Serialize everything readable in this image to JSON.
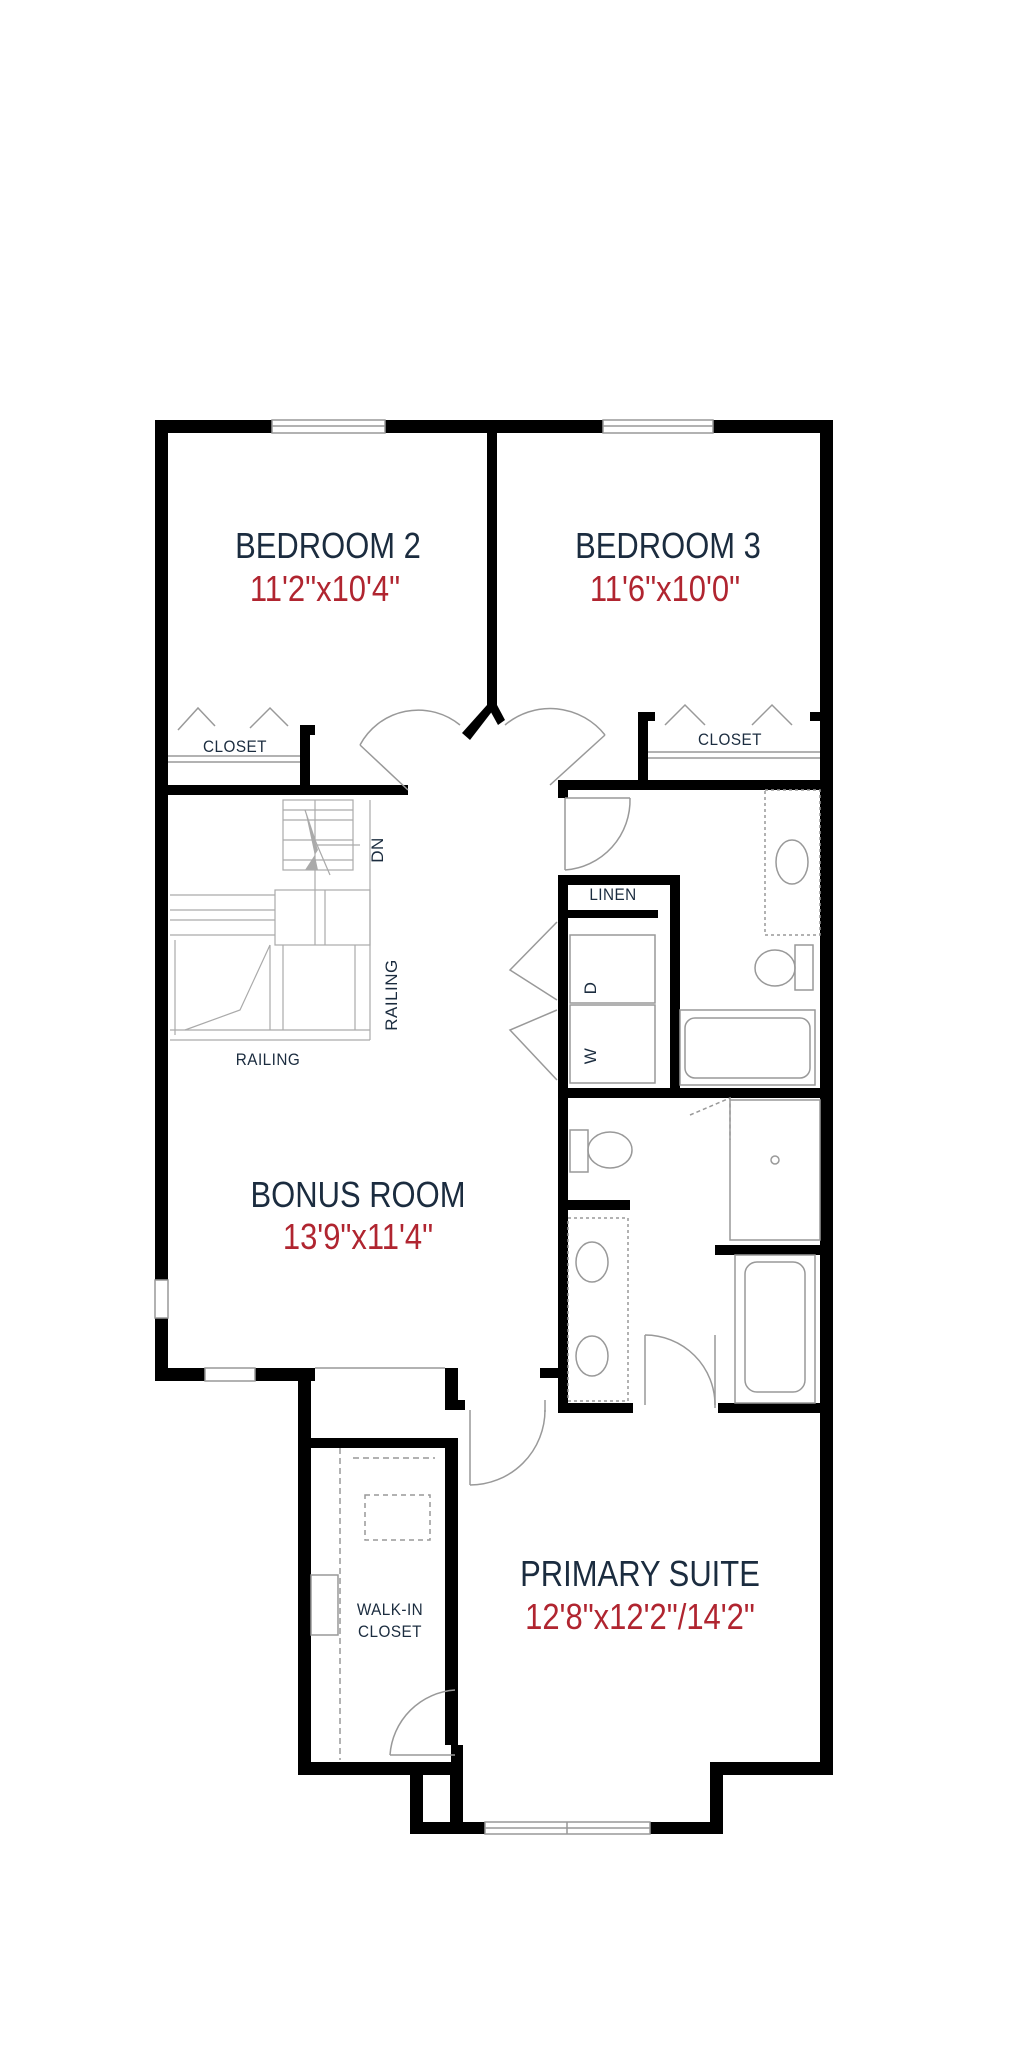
{
  "rooms": {
    "bedroom2": {
      "name": "BEDROOM 2",
      "size": "11'2\"x10'4\""
    },
    "bedroom3": {
      "name": "BEDROOM 3",
      "size": "11'6\"x10'0\""
    },
    "bonus": {
      "name": "BONUS ROOM",
      "size": "13'9\"x11'4\""
    },
    "primary": {
      "name": "PRIMARY SUITE",
      "size": "12'8\"x12'2\"/14'2\""
    }
  },
  "labels": {
    "closet": "CLOSET",
    "linen": "LINEN",
    "railing": "RAILING",
    "dn": "DN",
    "walkin_line1": "WALK-IN",
    "walkin_line2": "CLOSET",
    "dryer": "D",
    "washer": "W"
  },
  "colors": {
    "wall": "#000000",
    "room_name": "#1b2c3f",
    "dimension": "#b02530",
    "fixture": "#9a9a9a"
  }
}
